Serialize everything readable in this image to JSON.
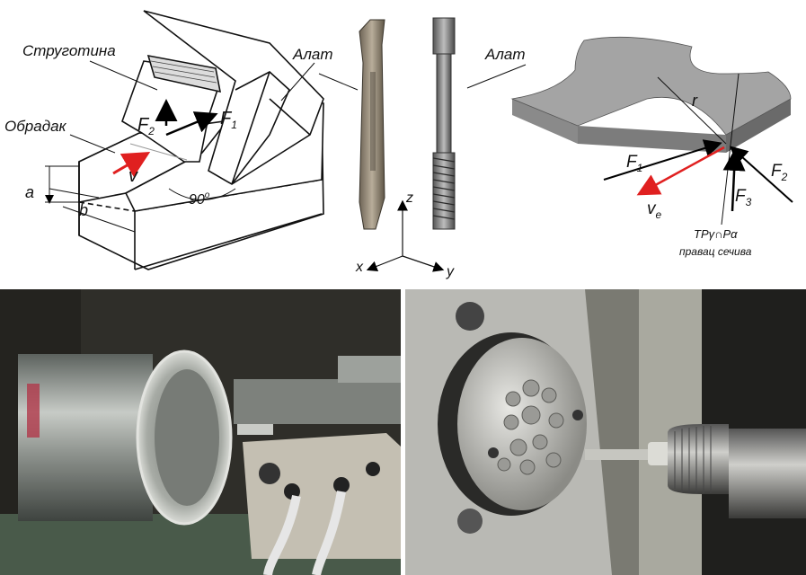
{
  "top_left": {
    "chip_label": "Струготина",
    "workpiece_label": "Обрадак",
    "tool_label": "Алат",
    "force_f2": "F",
    "force_f2_sub": "2",
    "force_f1": "F",
    "force_f1_sub": "1",
    "velocity": "v",
    "depth_a": "a",
    "width_b": "b",
    "angle": "90",
    "angle_sup": "o"
  },
  "axes": {
    "x": "x",
    "y": "y",
    "z": "z"
  },
  "top_right": {
    "tool_label": "Алат",
    "radius": "r",
    "f1": "F",
    "f1_sub": "1",
    "f2": "F",
    "f2_sub": "2",
    "f3": "F",
    "f3_sub": "3",
    "ve": "v",
    "ve_sub": "e",
    "intersection": "TPγ∩Pα",
    "edge_direction": "правац сечива"
  },
  "colors": {
    "accent_red": "#e02020",
    "tool_gray": "#8a8a8a"
  }
}
